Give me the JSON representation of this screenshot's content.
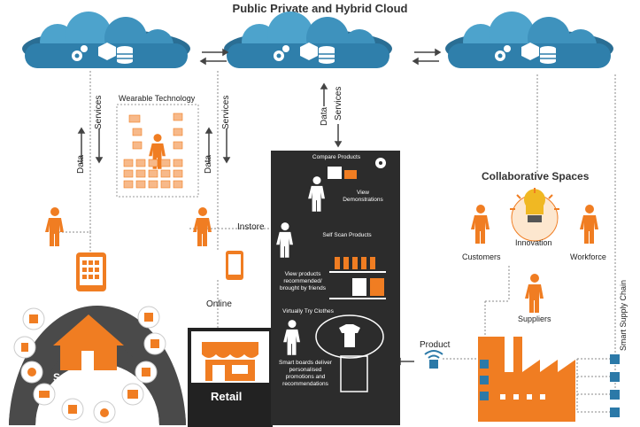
{
  "title": "Public Private and Hybrid Cloud",
  "links": {
    "data": "Data",
    "services": "Services"
  },
  "wearable": "Wearable Technology",
  "instore": "Instore",
  "online": "Online",
  "smart_home": "Smart Home",
  "retail": "Retail",
  "product": "Product",
  "smart_supply_chain": "Smart Supply Chain",
  "collab": {
    "title": "Collaborative Spaces",
    "innovation": "Innovation",
    "customers": "Customers",
    "workforce": "Workforce",
    "suppliers": "Suppliers"
  },
  "store_panel": {
    "compare": "Compare Products",
    "view_demo": "View Demonstrations",
    "self_scan": "Self Scan Products",
    "view_products": "View products recommended/ brought by friends",
    "try_clothes": "Virtually Try Clothes",
    "smart_boards": "Smart boards deliver personalised promotions and recommendations"
  },
  "colors": {
    "orange": "#f07d22",
    "cloud_light": "#4da3cc",
    "cloud_dark": "#2a6e94",
    "dark_panel": "#2c2c2c",
    "grey_arc": "#4a4a4a",
    "blue_supply": "#2b79a8"
  }
}
